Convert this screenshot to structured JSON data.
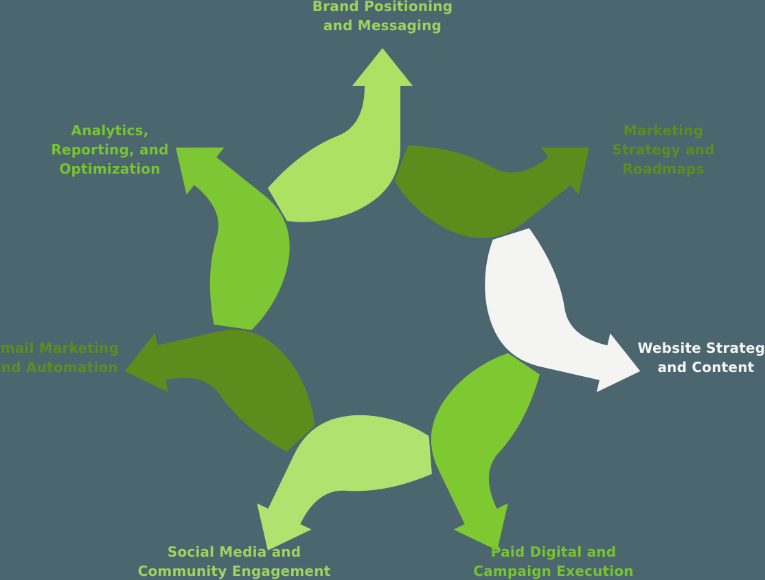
{
  "background_color": "#4c666f",
  "diagram": {
    "type": "radial-cycle",
    "description": "Seven curved arrows radiating clockwise from an empty center hub, each pointing to a marketing service label",
    "items": [
      {
        "id": "brand-positioning",
        "label": "Brand Positioning and Messaging",
        "lines": [
          "Brand Positioning",
          "and Messaging"
        ],
        "arrow_color": "#ace164",
        "text_color": "#9bd35b",
        "angle_deg": 0,
        "position": "top"
      },
      {
        "id": "marketing-strategy",
        "label": "Marketing Strategy and Roadmaps",
        "lines": [
          "Marketing",
          "Strategy and",
          "Roadmaps"
        ],
        "arrow_color": "#5d8c1d",
        "text_color": "#5d8c1f",
        "angle_deg": 51.43,
        "position": "top-right"
      },
      {
        "id": "website-strategy",
        "label": "Website Strategy and Content",
        "lines": [
          "Website Strategy",
          "and Content"
        ],
        "arrow_color": "#f4f4f2",
        "text_color": "#f5f5f4",
        "angle_deg": 102.86,
        "position": "right"
      },
      {
        "id": "paid-digital",
        "label": "Paid Digital and Campaign Execution",
        "lines": [
          "Paid Digital and",
          "Campaign Execution"
        ],
        "arrow_color": "#7ec832",
        "text_color": "#76c52f",
        "angle_deg": 154.29,
        "position": "bottom-right"
      },
      {
        "id": "social-media",
        "label": "Social Media and Community Engagement",
        "lines": [
          "Social Media and",
          "Community Engagement"
        ],
        "arrow_color": "#b0e26f",
        "text_color": "#9dd55c",
        "angle_deg": 205.71,
        "position": "bottom-left"
      },
      {
        "id": "email-marketing",
        "label": "Email Marketing and Automation",
        "lines": [
          "Email Marketing",
          "and Automation"
        ],
        "arrow_color": "#5d8c1d",
        "text_color": "#5d8c1f",
        "angle_deg": 257.14,
        "position": "left"
      },
      {
        "id": "analytics",
        "label": "Analytics, Reporting, and Optimization",
        "lines": [
          "Analytics,",
          "Reporting, and",
          "Optimization"
        ],
        "arrow_color": "#7cc733",
        "text_color": "#76c52f",
        "angle_deg": 308.57,
        "position": "top-left"
      }
    ]
  }
}
